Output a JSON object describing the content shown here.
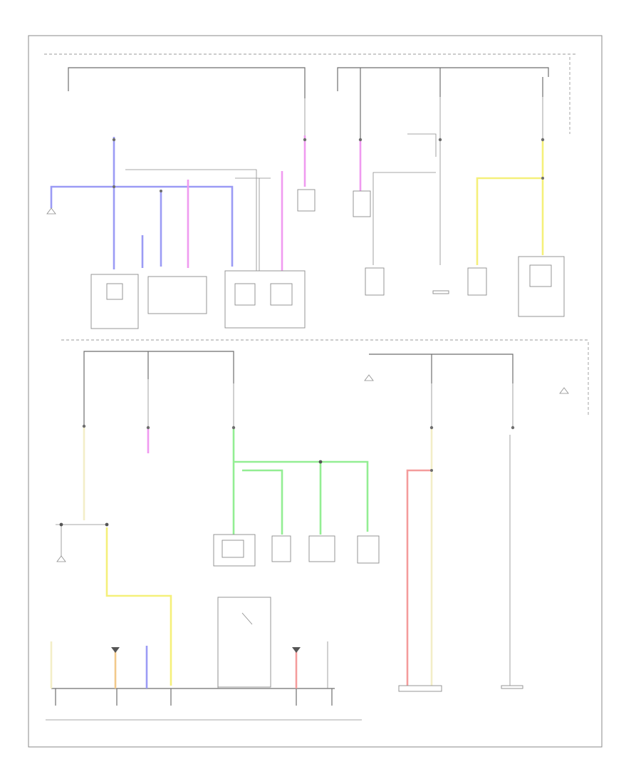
{
  "colors": {
    "blue": "#9b9bf5",
    "pink": "#f09af0",
    "yellow": "#f5f07a",
    "pale_yellow": "#f3eec8",
    "green": "#93ee93",
    "red": "#f49c9c",
    "wire": "#6e6e6e",
    "frame": "#8a8a8a"
  },
  "labels": {
    "top_right_header": "",
    "mid_right_header": "",
    "bottom_center_footer": "",
    "corner_label": ""
  },
  "icons": [
    "ground-symbol",
    "connector-node",
    "fuse-symbol"
  ]
}
